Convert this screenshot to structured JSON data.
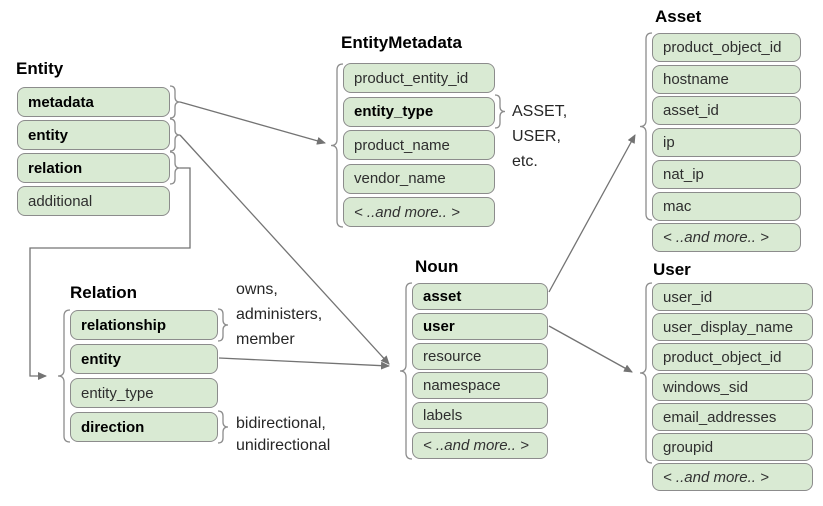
{
  "colors": {
    "box_fill": "#d9ead3",
    "box_border": "#8c8c8c",
    "line": "#737373",
    "brace": "#8c8c8c"
  },
  "tables": {
    "entity": {
      "title": "Entity",
      "fields": [
        {
          "label": "metadata",
          "bold": true
        },
        {
          "label": "entity",
          "bold": true
        },
        {
          "label": "relation",
          "bold": true
        },
        {
          "label": "additional",
          "bold": false
        }
      ]
    },
    "entity_metadata": {
      "title": "EntityMetadata",
      "fields": [
        {
          "label": "product_entity_id",
          "bold": false
        },
        {
          "label": "entity_type",
          "bold": true
        },
        {
          "label": "product_name",
          "bold": false
        },
        {
          "label": "vendor_name",
          "bold": false
        },
        {
          "label": "< ..and more.. >",
          "bold": false,
          "italic": true
        }
      ]
    },
    "asset": {
      "title": "Asset",
      "fields": [
        {
          "label": "product_object_id",
          "bold": false
        },
        {
          "label": "hostname",
          "bold": false
        },
        {
          "label": "asset_id",
          "bold": false
        },
        {
          "label": "ip",
          "bold": false
        },
        {
          "label": "nat_ip",
          "bold": false
        },
        {
          "label": "mac",
          "bold": false
        },
        {
          "label": "< ..and more.. >",
          "bold": false,
          "italic": true
        }
      ]
    },
    "relation": {
      "title": "Relation",
      "fields": [
        {
          "label": "relationship",
          "bold": true
        },
        {
          "label": "entity",
          "bold": true
        },
        {
          "label": "entity_type",
          "bold": false
        },
        {
          "label": "direction",
          "bold": true
        }
      ]
    },
    "noun": {
      "title": "Noun",
      "fields": [
        {
          "label": "asset",
          "bold": true
        },
        {
          "label": "user",
          "bold": true
        },
        {
          "label": "resource",
          "bold": false
        },
        {
          "label": "namespace",
          "bold": false
        },
        {
          "label": "labels",
          "bold": false
        },
        {
          "label": "< ..and more.. >",
          "bold": false,
          "italic": true
        }
      ]
    },
    "user": {
      "title": "User",
      "fields": [
        {
          "label": "user_id",
          "bold": false
        },
        {
          "label": "user_display_name",
          "bold": false
        },
        {
          "label": "product_object_id",
          "bold": false
        },
        {
          "label": "windows_sid",
          "bold": false
        },
        {
          "label": "email_addresses",
          "bold": false
        },
        {
          "label": "groupid",
          "bold": false
        },
        {
          "label": "< ..and more.. >",
          "bold": false,
          "italic": true
        }
      ]
    }
  },
  "annotations": {
    "entity_type_values": [
      "ASSET,",
      "USER,",
      "etc."
    ],
    "relationship_values": [
      "owns,",
      "administers,",
      "member"
    ],
    "direction_values": [
      "bidirectional,",
      "unidirectional"
    ]
  }
}
